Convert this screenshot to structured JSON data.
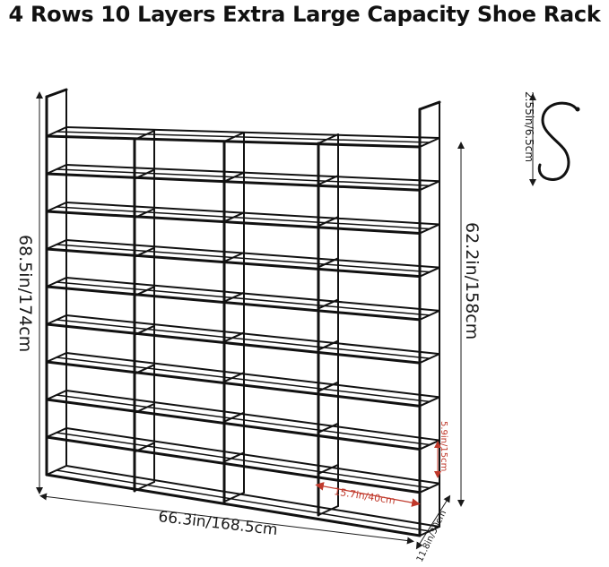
{
  "title": "4 Rows 10 Layers Extra Large Capacity Shoe Rack",
  "hook": {
    "size_label": "2.55in/6.5cm",
    "icon": "s-hook-icon"
  },
  "dimensions": {
    "total_height": "68.5in/174cm",
    "shelf_height": "62.2in/158cm",
    "width": "66.3in/168.5cm",
    "depth": "11.8in/30cm",
    "layer_gap": "5.9in/15cm",
    "column_width": "15.7in/40cm"
  },
  "rack": {
    "rows": 4,
    "layers": 10,
    "frame_color": "#111111",
    "accent_color": "#c0392b"
  }
}
